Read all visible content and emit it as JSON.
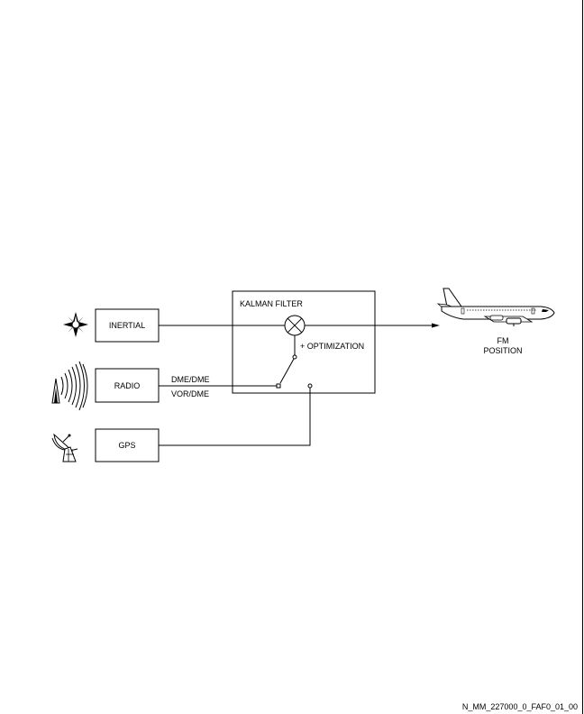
{
  "blocks": {
    "inertial": "INERTIAL",
    "radio": "RADIO",
    "gps": "GPS",
    "kalman_filter": "KALMAN FILTER"
  },
  "labels": {
    "optimization": "+ OPTIMIZATION",
    "dme_dme": "DME/DME",
    "vor_dme": "VOR/DME",
    "fm_position_line1": "FM",
    "fm_position_line2": "POSITION"
  },
  "reference": "N_MM_227000_0_FAF0_01_00",
  "icons": {
    "inertial": "compass-star-icon",
    "radio": "radio-antenna-icon",
    "gps": "satellite-dish-icon",
    "aircraft": "aircraft-icon",
    "mixer": "mixer-circle-icon"
  }
}
